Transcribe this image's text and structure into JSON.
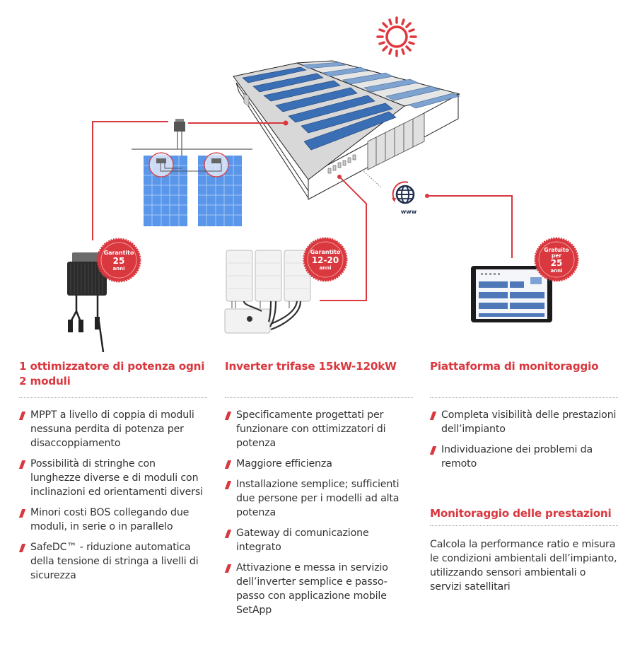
{
  "diagram": {
    "badges": [
      {
        "line1": "Garantito",
        "line2": "25",
        "line3": "anni"
      },
      {
        "line1": "Garantito",
        "line2": "12-20",
        "line3": "anni"
      },
      {
        "line1": "Gratuito",
        "line2": "per",
        "line3": "25",
        "line4": "anni"
      }
    ],
    "globe_label": "www",
    "colors": {
      "accent": "#d9383f",
      "panel_blue": "#4f8fe6",
      "roof_panel": "#3a6fb5",
      "globe": "#1f2f4f"
    }
  },
  "columns": [
    {
      "heading": "1 ottimizzatore di potenza ogni 2 moduli",
      "items": [
        "MPPT a livello di coppia di moduli nessuna perdita di potenza per disaccoppiamento",
        "Possibilità di stringhe con lunghezze diverse e di moduli con inclinazioni ed orientamenti diversi",
        "Minori costi BOS collegando due moduli, in serie o in parallelo",
        "SafeDC™ - riduzione automatica della tensione di stringa a livelli di sicurezza"
      ]
    },
    {
      "heading": "Inverter trifase 15kW-120kW",
      "items": [
        "Specificamente progettati per funzionare con ottimizzatori di potenza",
        "Maggiore efficienza",
        "Installazione semplice; sufficienti due persone per i modelli ad alta potenza",
        "Gateway di comunicazione integrato",
        "Attivazione e messa in servizio dell’inverter semplice e passo-passo con applicazione mobile SetApp"
      ]
    },
    {
      "heading": "Piattaforma di monitoraggio",
      "items": [
        "Completa visibilità delle prestazioni dell’impianto",
        "Individuazione dei problemi da remoto"
      ],
      "sub_heading": "Monitoraggio delle prestazioni",
      "paragraph": "Calcola la performance ratio e misura le condizioni ambientali dell’impianto, utilizzando sensori ambientali o servizi satellitari"
    }
  ]
}
